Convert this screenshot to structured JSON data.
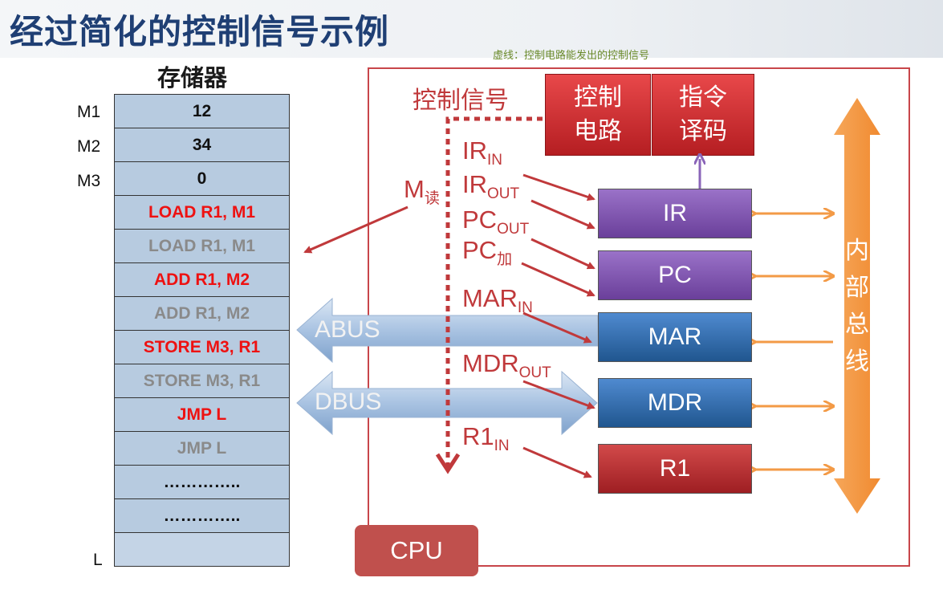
{
  "title": "经过简化的控制信号示例",
  "subtitle": "虚线：控制电路能发出的控制信号",
  "memory": {
    "title": "存储器",
    "addr_labels": {
      "m1": "M1",
      "m2": "M2",
      "m3": "M3",
      "l": "L"
    },
    "cells": [
      {
        "text": "12",
        "style": "black"
      },
      {
        "text": "34",
        "style": "black"
      },
      {
        "text": "0",
        "style": "black"
      },
      {
        "text": "LOAD R1, M1",
        "style": "red"
      },
      {
        "text": "LOAD R1, M1",
        "style": "gray"
      },
      {
        "text": "ADD R1, M2",
        "style": "red"
      },
      {
        "text": "ADD R1, M2",
        "style": "gray"
      },
      {
        "text": "STORE M3, R1",
        "style": "red"
      },
      {
        "text": "STORE M3, R1",
        "style": "gray"
      },
      {
        "text": "JMP L",
        "style": "red"
      },
      {
        "text": "JMP L",
        "style": "gray"
      },
      {
        "text": "…………..",
        "style": "black"
      },
      {
        "text": "…………..",
        "style": "black"
      },
      {
        "text": "",
        "style": "blank"
      }
    ]
  },
  "cpu": {
    "label": "CPU",
    "control_signal_label": "控制信号",
    "control_circuit": {
      "line1": "控制",
      "line2": "电路"
    },
    "instruction_decode": {
      "line1": "指令",
      "line2": "译码"
    },
    "registers": {
      "ir": "IR",
      "pc": "PC",
      "mar": "MAR",
      "mdr": "MDR",
      "r1": "R1"
    },
    "internal_bus": [
      "内",
      "部",
      "总",
      "线"
    ]
  },
  "buses": {
    "abus": "ABUS",
    "dbus": "DBUS"
  },
  "signals": {
    "m_read": {
      "main": "M",
      "sub": "读"
    },
    "ir_in": {
      "main": "IR",
      "sub": "IN"
    },
    "ir_out": {
      "main": "IR",
      "sub": "OUT"
    },
    "pc_out": {
      "main": "PC",
      "sub": "OUT"
    },
    "pc_inc": {
      "main": "PC",
      "sub": "加"
    },
    "mar_in": {
      "main": "MAR",
      "sub": "IN"
    },
    "mdr_out": {
      "main": "MDR",
      "sub": "OUT"
    },
    "r1_in": {
      "main": "R1",
      "sub": "IN"
    }
  },
  "colors": {
    "title": "#1f3f74",
    "signal": "#c0393b",
    "register_purple": "#7b52ab",
    "register_blue": "#2e6bb0",
    "register_red": "#b52a2e",
    "bus_orange": "#f39a46"
  }
}
